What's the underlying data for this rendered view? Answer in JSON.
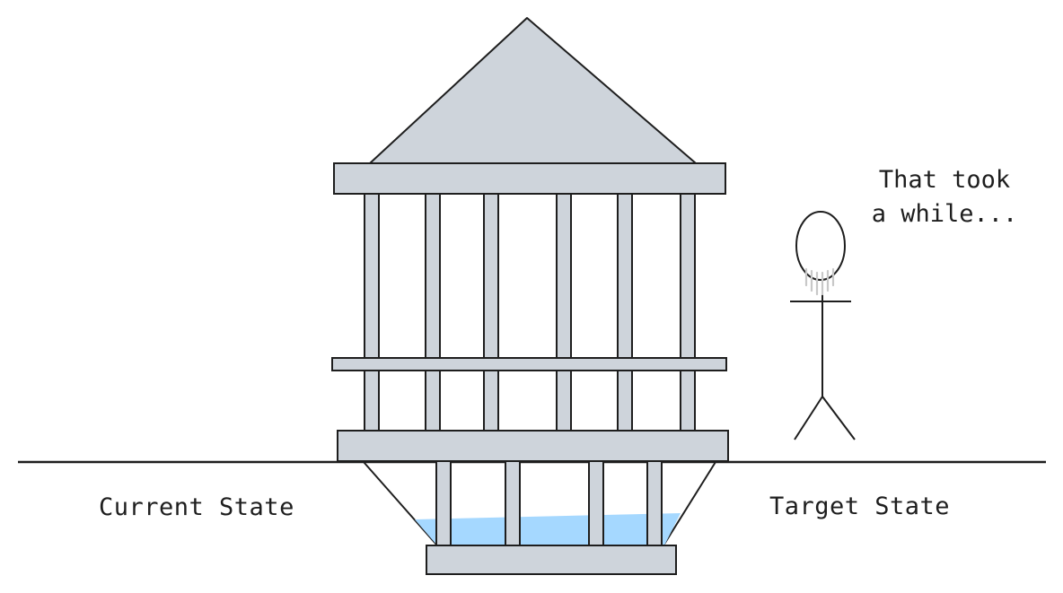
{
  "labels": {
    "current_state": "Current State",
    "target_state": "Target State"
  },
  "speech_bubble": {
    "line1": "That took",
    "line2": "a while..."
  },
  "colors": {
    "structure_fill": "#ced4db",
    "stroke": "#1e1e1e",
    "water": "#a5d8ff",
    "sweat": "#c8c8c8"
  }
}
